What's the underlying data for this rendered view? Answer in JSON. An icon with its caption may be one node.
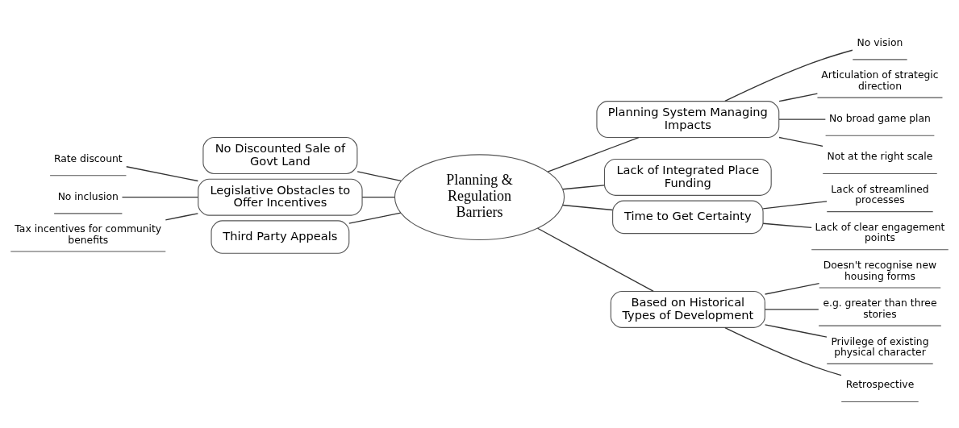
{
  "diagram": {
    "nodes": [
      {
        "text": [
          "Planning & Regulation Barriers"
        ]
      },
      {
        "text": [
          "Planning System Managing Impacts"
        ]
      },
      {
        "text": [
          "No vision"
        ]
      },
      {
        "text": [
          "Articulation of strategic direction"
        ]
      },
      {
        "text": [
          "No broad game plan"
        ]
      },
      {
        "text": [
          "Not at the right scale"
        ]
      },
      {
        "text": [
          "Lack of Integrated Place Funding"
        ]
      },
      {
        "text": [
          "Time to Get Certainty"
        ]
      },
      {
        "text": [
          "Lack of streamlined processes"
        ]
      },
      {
        "text": [
          "Lack of clear engagement points"
        ]
      },
      {
        "text": [
          "Based on Historical Types of Development"
        ]
      },
      {
        "text": [
          "Doesn't recognise new housing forms"
        ]
      },
      {
        "text": [
          "e.g. greater than three stories"
        ]
      },
      {
        "text": [
          "Privilege of existing physical character"
        ]
      },
      {
        "text": [
          "Retrospective"
        ]
      },
      {
        "text": [
          "No Discounted Sale of Govt Land"
        ]
      },
      {
        "text": [
          "Legislative Obstacles to Offer Incentives"
        ]
      },
      {
        "text": [
          "Rate discount"
        ]
      },
      {
        "text": [
          "No inclusion"
        ]
      },
      {
        "text": [
          "Tax incentives for community benefits"
        ]
      },
      {
        "text": [
          "Third Party Appeals"
        ]
      }
    ],
    "edges": [
      {
        "from": 0,
        "to": 1,
        "arrow": "none"
      },
      {
        "from": 1,
        "to": 2,
        "arrow": "none"
      },
      {
        "from": 1,
        "to": 3,
        "arrow": "none"
      },
      {
        "from": 1,
        "to": 4,
        "arrow": "none"
      },
      {
        "from": 1,
        "to": 5,
        "arrow": "none"
      },
      {
        "from": 0,
        "to": 6,
        "arrow": "none"
      },
      {
        "from": 0,
        "to": 7,
        "arrow": "none"
      },
      {
        "from": 7,
        "to": 8,
        "arrow": "none"
      },
      {
        "from": 7,
        "to": 9,
        "arrow": "none"
      },
      {
        "from": 0,
        "to": 10,
        "arrow": "none"
      },
      {
        "from": 10,
        "to": 11,
        "arrow": "none"
      },
      {
        "from": 10,
        "to": 12,
        "arrow": "none"
      },
      {
        "from": 10,
        "to": 13,
        "arrow": "none"
      },
      {
        "from": 10,
        "to": 14,
        "arrow": "none"
      },
      {
        "from": 0,
        "to": 15,
        "arrow": "none"
      },
      {
        "from": 0,
        "to": 16,
        "arrow": "none"
      },
      {
        "from": 16,
        "to": 17,
        "arrow": "none"
      },
      {
        "from": 16,
        "to": 18,
        "arrow": "none"
      },
      {
        "from": 16,
        "to": 19,
        "arrow": "none"
      },
      {
        "from": 0,
        "to": 20,
        "arrow": "none"
      }
    ]
  }
}
